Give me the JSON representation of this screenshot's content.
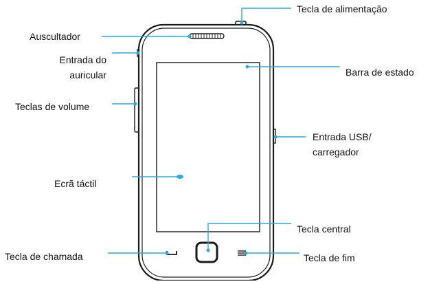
{
  "colors": {
    "leader_line": "#29abe2",
    "phone_outline": "#1a1a1a",
    "background": "#ffffff"
  },
  "labels": {
    "power_key": "Tecla de alimentação",
    "earpiece": "Auscultador",
    "headset_jack_line1": "Entrada do",
    "headset_jack_line2": "auricular",
    "status_bar": "Barra de estado",
    "volume_keys": "Teclas de volume",
    "usb_line1": "Entrada USB/",
    "usb_line2": "carregador",
    "touch_screen": "Ecrã táctil",
    "center_key": "Tecla central",
    "call_key": "Tecla de chamada",
    "end_key": "Tecla de fim"
  }
}
